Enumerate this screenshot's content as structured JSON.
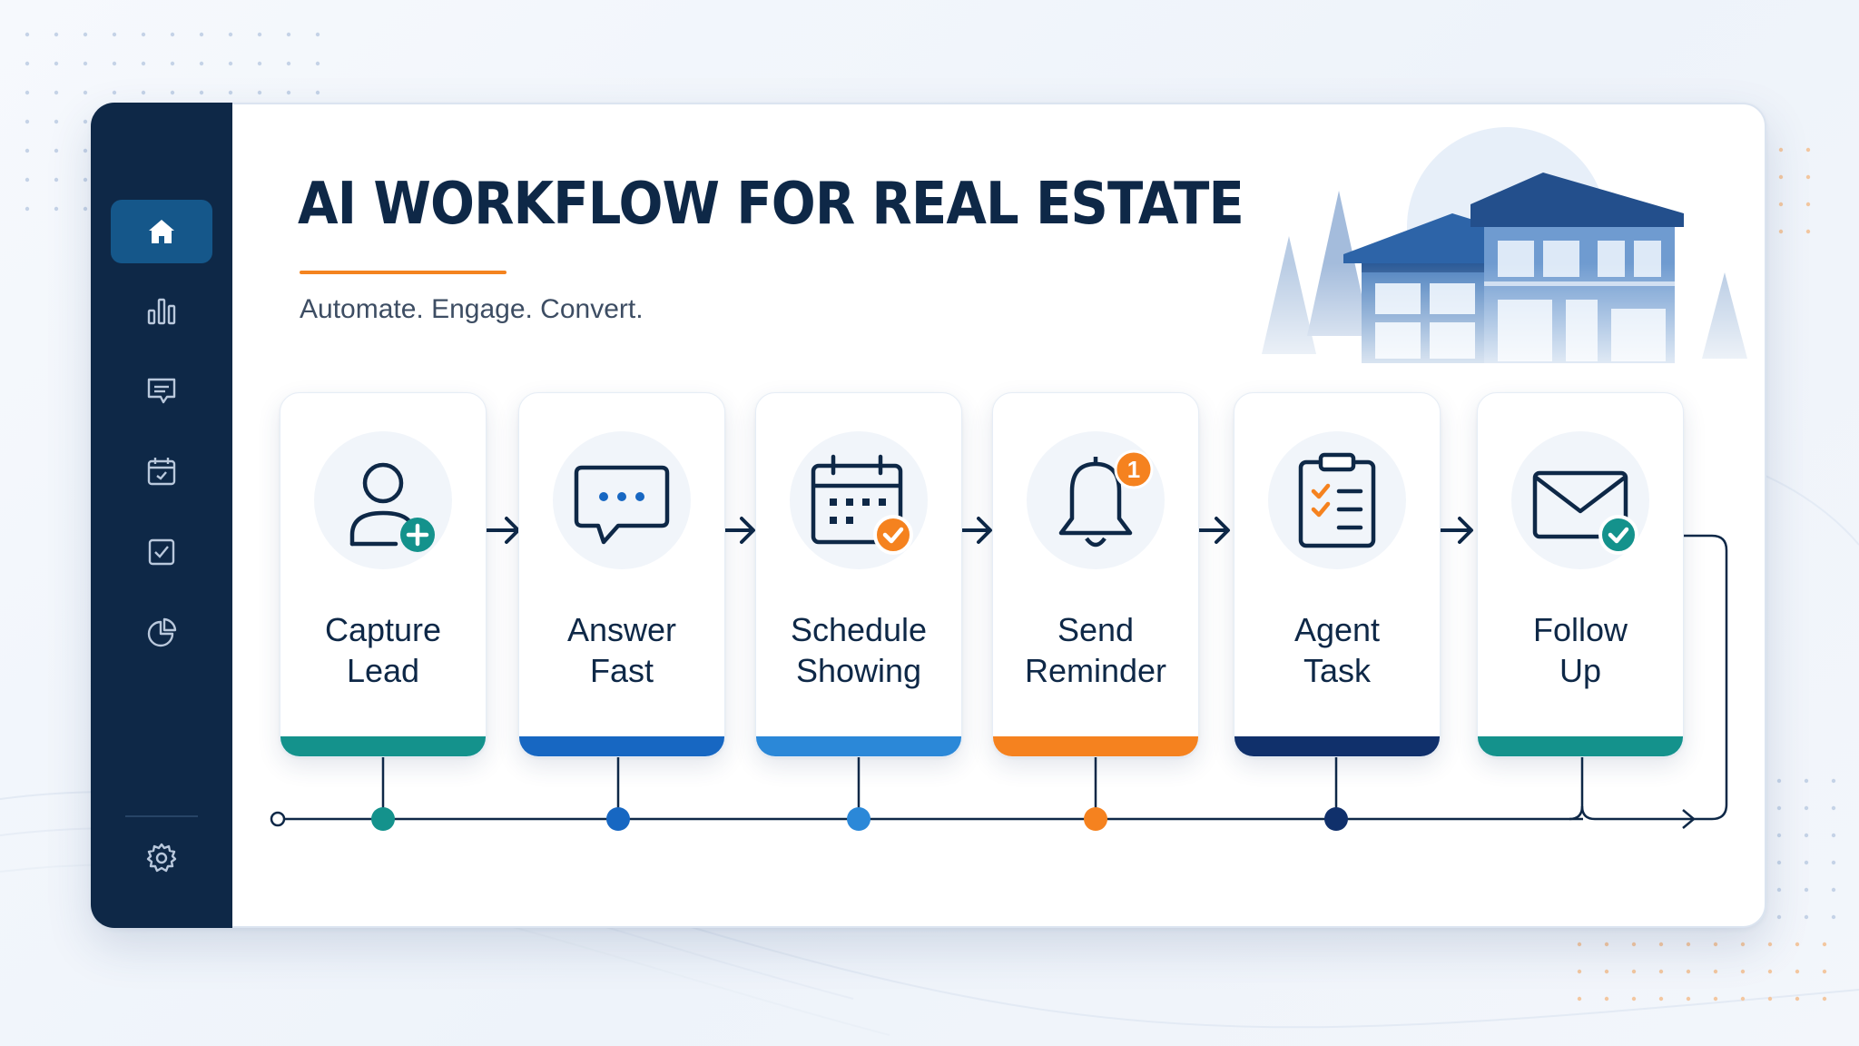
{
  "app": {
    "title": "AI WORKFLOW FOR REAL ESTATE",
    "subtitle": "Automate. Engage. Convert."
  },
  "sidebar": {
    "items": [
      {
        "icon": "home-icon",
        "active": true
      },
      {
        "icon": "bar-chart-icon",
        "active": false
      },
      {
        "icon": "chat-icon",
        "active": false
      },
      {
        "icon": "calendar-icon",
        "active": false
      },
      {
        "icon": "checkbox-icon",
        "active": false
      },
      {
        "icon": "pie-chart-icon",
        "active": false
      },
      {
        "icon": "settings-icon",
        "active": false
      }
    ]
  },
  "steps": [
    {
      "line1": "Capture",
      "line2": "Lead",
      "icon": "user-plus-icon",
      "color": "#14928c"
    },
    {
      "line1": "Answer",
      "line2": "Fast",
      "icon": "chat-bubble-icon",
      "color": "#1767c2"
    },
    {
      "line1": "Schedule",
      "line2": "Showing",
      "icon": "calendar-check-icon",
      "color": "#2b88d8"
    },
    {
      "line1": "Send",
      "line2": "Reminder",
      "icon": "bell-icon",
      "color": "#f5821f",
      "badge": "1"
    },
    {
      "line1": "Agent",
      "line2": "Task",
      "icon": "clipboard-icon",
      "color": "#10306b"
    },
    {
      "line1": "Follow",
      "line2": "Up",
      "icon": "envelope-check-icon",
      "color": "#14928c"
    }
  ],
  "colors": {
    "navy": "#0e2847",
    "teal": "#14928c",
    "orange": "#f4831f",
    "blue": "#1767c2"
  }
}
